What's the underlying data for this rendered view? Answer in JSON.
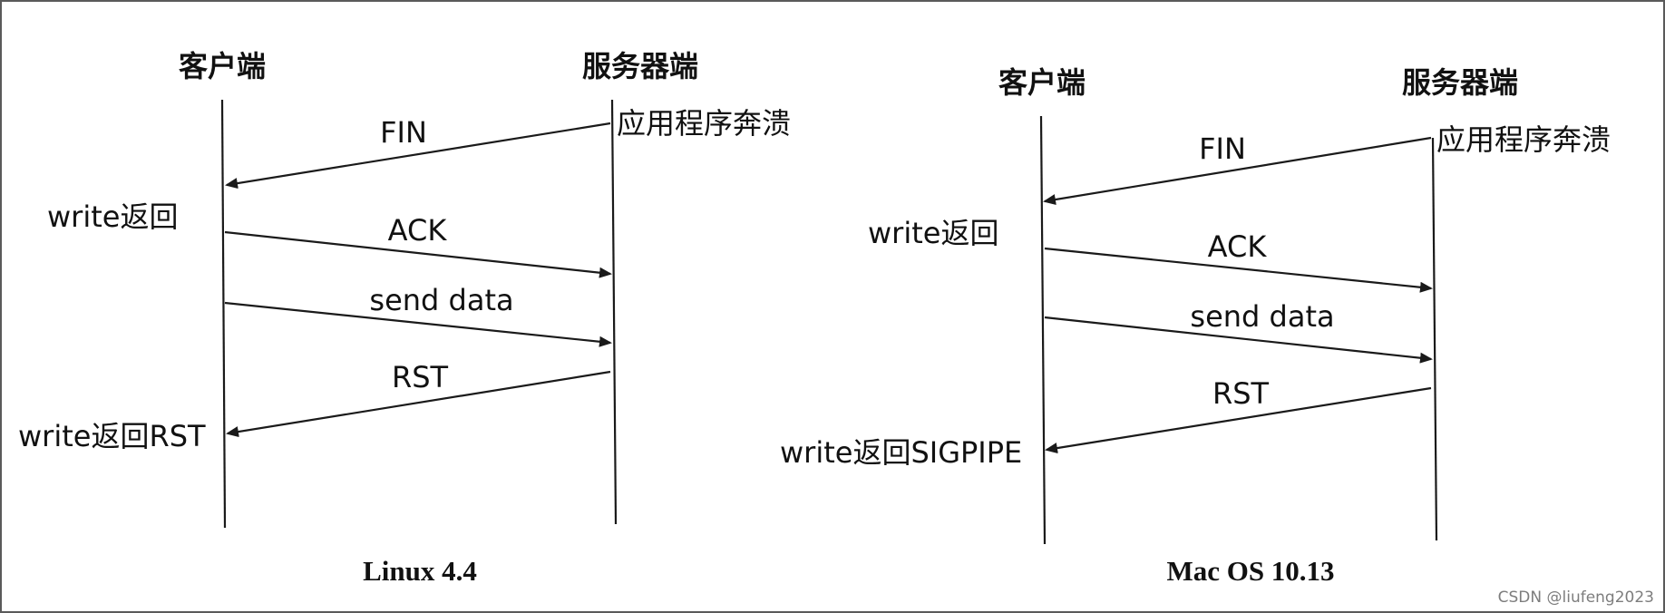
{
  "diagrams": [
    {
      "client_label": "客户端",
      "server_label": "服务器端",
      "server_event": "应用程序奔溃",
      "messages": {
        "fin": "FIN",
        "ack": "ACK",
        "send_data": "send data",
        "rst": "RST"
      },
      "client_notes": {
        "after_fin": "write返回",
        "after_rst": "write返回RST"
      },
      "caption": "Linux 4.4"
    },
    {
      "client_label": "客户端",
      "server_label": "服务器端",
      "server_event": "应用程序奔溃",
      "messages": {
        "fin": "FIN",
        "ack": "ACK",
        "send_data": "send data",
        "rst": "RST"
      },
      "client_notes": {
        "after_fin": "write返回",
        "after_rst": "write返回SIGPIPE"
      },
      "caption": "Mac OS 10.13"
    }
  ],
  "watermark": "CSDN @liufeng2023"
}
